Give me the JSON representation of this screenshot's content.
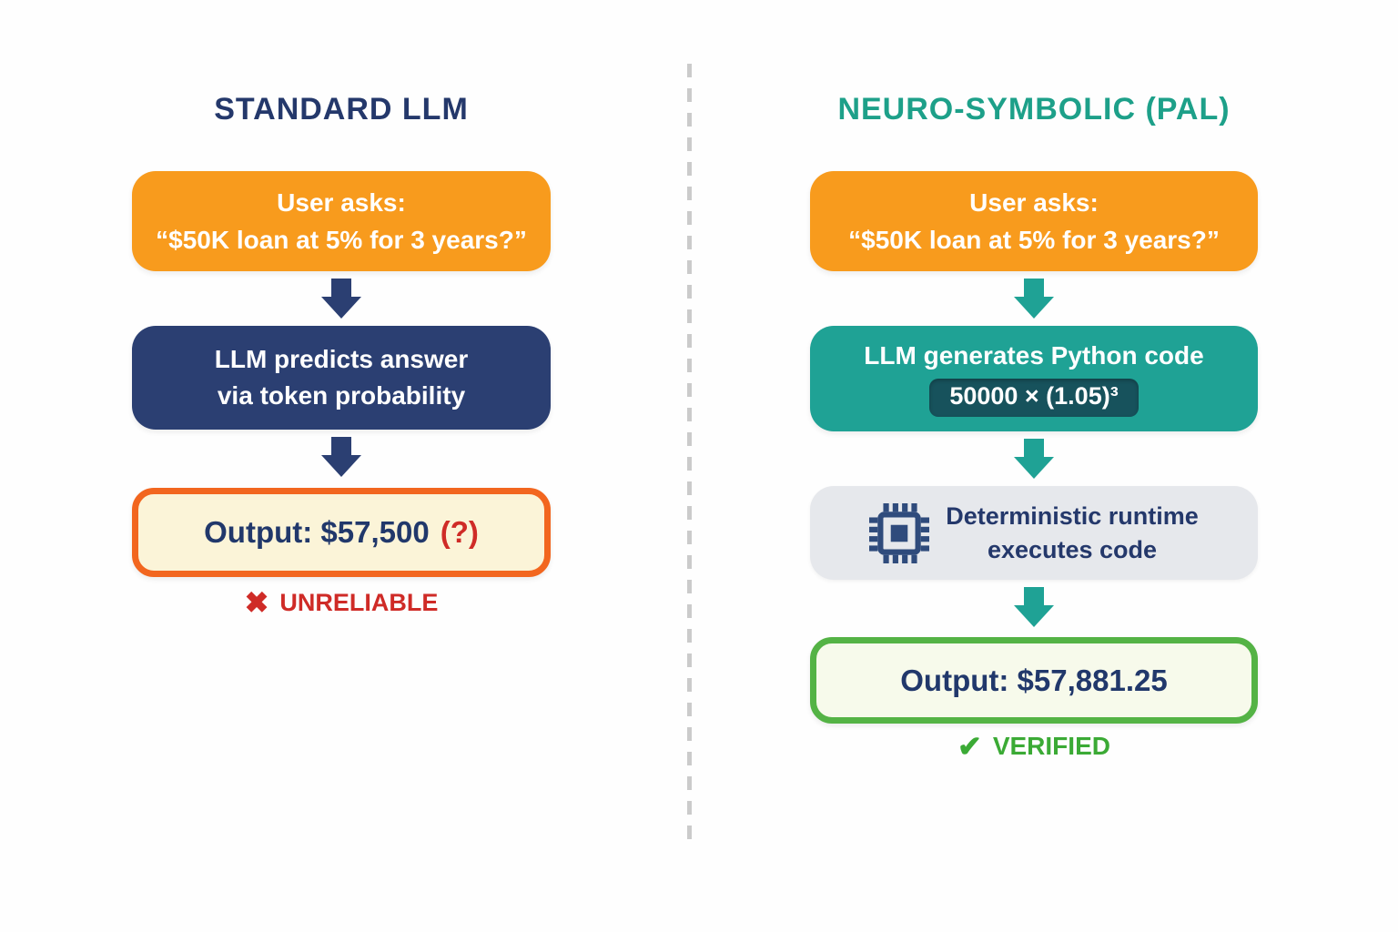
{
  "diagram": {
    "left": {
      "title": "STANDARD LLM",
      "user_box": {
        "line1": "User asks:",
        "line2": "“$50K loan at 5% for 3 years?”"
      },
      "process_box": {
        "line1": "LLM predicts answer",
        "line2": "via token probability"
      },
      "output_box": {
        "label": "Output: $57,500",
        "flag": "(?)"
      },
      "status": {
        "icon": "✖",
        "label": "UNRELIABLE"
      }
    },
    "right": {
      "title": "NEURO-SYMBOLIC (PAL)",
      "user_box": {
        "line1": "User asks:",
        "line2": "“$50K loan at 5% for 3 years?”"
      },
      "process_box": {
        "label": "LLM generates Python code",
        "code": "50000 × (1.05)³"
      },
      "runtime_box": {
        "line1": "Deterministic runtime",
        "line2": "executes code"
      },
      "output_box": {
        "label": "Output: $57,881.25"
      },
      "status": {
        "icon": "✔",
        "label": "VERIFIED"
      }
    },
    "colors": {
      "navy_title": "#24386b",
      "navy_box": "#2b3f72",
      "teal_title": "#1da089",
      "teal_box": "#1fa295",
      "teal_dark_chip": "#17525c",
      "orange_box": "#f89b1d",
      "orange_border": "#f2661f",
      "cream_bg": "#fbf4d8",
      "gray_box": "#e6e8ec",
      "green_border": "#54b345",
      "green_bg": "#f7faeb",
      "green_text": "#3baa35",
      "red_text": "#cf2b27",
      "divider_gray": "#cbcbcb"
    }
  }
}
